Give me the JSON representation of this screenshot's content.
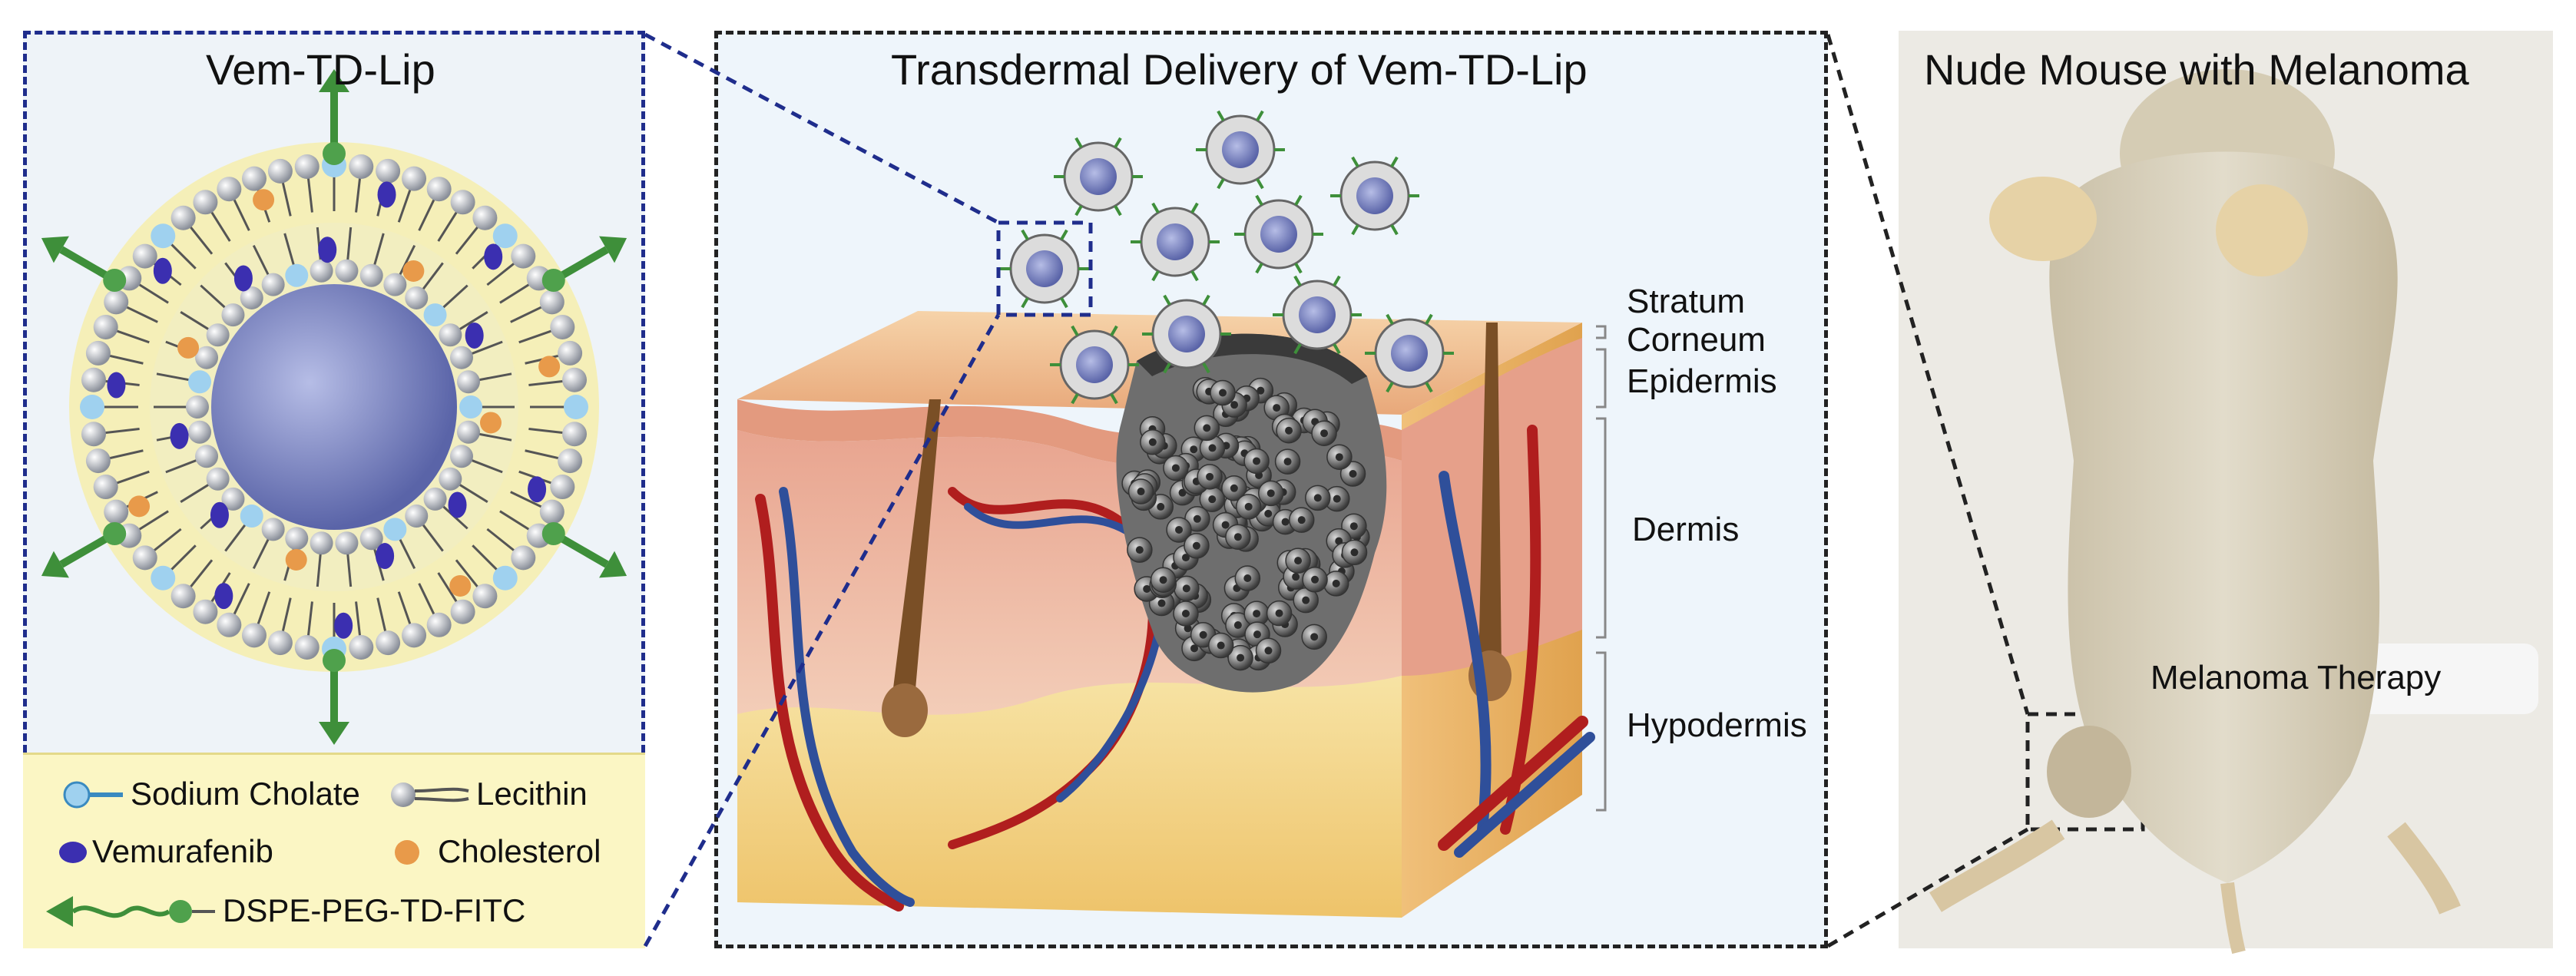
{
  "left_panel": {
    "title": "Vem-TD-Lip",
    "legend": {
      "sodium_cholate": "Sodium Cholate",
      "lecithin": "Lecithin",
      "vemurafenib": "Vemurafenib",
      "cholesterol": "Cholesterol",
      "dspe": "DSPE-PEG-TD-FITC"
    }
  },
  "middle_panel": {
    "title": "Transdermal Delivery of Vem-TD-Lip",
    "layers": {
      "stratum": "Stratum",
      "corneum": "Corneum",
      "epidermis": "Epidermis",
      "dermis": "Dermis",
      "hypodermis": "Hypodermis"
    }
  },
  "right_panel": {
    "title": "Nude Mouse  with Melanoma",
    "therapy_label": "Melanoma Therapy"
  },
  "colors": {
    "dashed_left": "#1f2d8c",
    "dashed_mid": "#222222",
    "legend_bg": "#fbf6c4",
    "lipid_core": "#7d86c0",
    "cholesterol": "#e89a4a",
    "vemurafenib": "#3b2fb0",
    "peg_arrow": "#3e8f3a"
  },
  "icons": [
    "liposome-graphic",
    "skin-cross-section",
    "mouse-photo",
    "arrow-icon"
  ]
}
